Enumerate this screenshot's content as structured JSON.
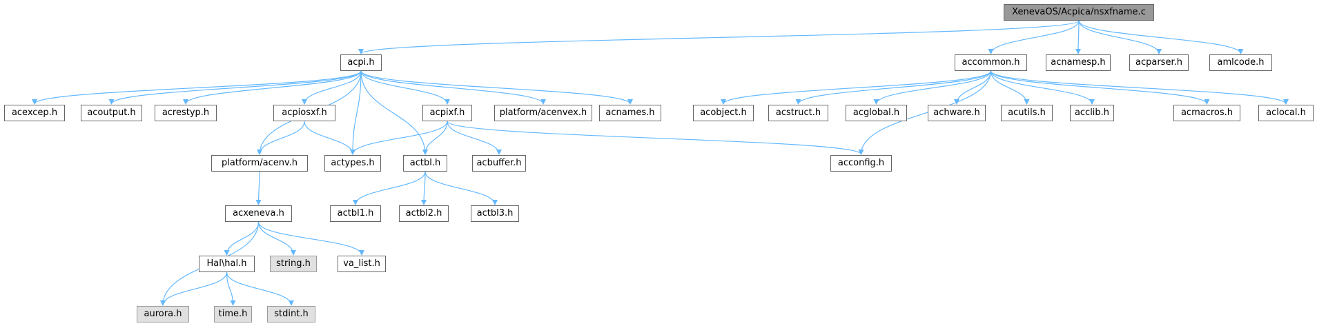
{
  "title": "",
  "colors": {
    "edge": "#63b8ff",
    "border": "#666666",
    "root_fill": "#999999",
    "external_fill": "#e0e0e0"
  },
  "nodes": [
    {
      "id": "root",
      "label": "XenevaOS/Acpica/nsxfname.c",
      "kind": "root"
    },
    {
      "id": "acpi",
      "label": "acpi.h",
      "kind": "file"
    },
    {
      "id": "accommon",
      "label": "accommon.h",
      "kind": "file"
    },
    {
      "id": "acnamesp",
      "label": "acnamesp.h",
      "kind": "file"
    },
    {
      "id": "acparser",
      "label": "acparser.h",
      "kind": "file"
    },
    {
      "id": "amlcode",
      "label": "amlcode.h",
      "kind": "file"
    },
    {
      "id": "acexcep",
      "label": "acexcep.h",
      "kind": "file"
    },
    {
      "id": "acoutput",
      "label": "acoutput.h",
      "kind": "file"
    },
    {
      "id": "acrestyp",
      "label": "acrestyp.h",
      "kind": "file"
    },
    {
      "id": "acpiosxf",
      "label": "acpiosxf.h",
      "kind": "file"
    },
    {
      "id": "acpixf",
      "label": "acpixf.h",
      "kind": "file"
    },
    {
      "id": "acenvex",
      "label": "platform/acenvex.h",
      "kind": "file"
    },
    {
      "id": "acnames",
      "label": "acnames.h",
      "kind": "file"
    },
    {
      "id": "acobject",
      "label": "acobject.h",
      "kind": "file"
    },
    {
      "id": "acstruct",
      "label": "acstruct.h",
      "kind": "file"
    },
    {
      "id": "acglobal",
      "label": "acglobal.h",
      "kind": "file"
    },
    {
      "id": "achware",
      "label": "achware.h",
      "kind": "file"
    },
    {
      "id": "acutils",
      "label": "acutils.h",
      "kind": "file"
    },
    {
      "id": "acclib",
      "label": "acclib.h",
      "kind": "file"
    },
    {
      "id": "acmacros",
      "label": "acmacros.h",
      "kind": "file"
    },
    {
      "id": "aclocal",
      "label": "aclocal.h",
      "kind": "file"
    },
    {
      "id": "acenv",
      "label": "platform/acenv.h",
      "kind": "file"
    },
    {
      "id": "actypes",
      "label": "actypes.h",
      "kind": "file"
    },
    {
      "id": "actbl",
      "label": "actbl.h",
      "kind": "file"
    },
    {
      "id": "acbuffer",
      "label": "acbuffer.h",
      "kind": "file"
    },
    {
      "id": "acconfig",
      "label": "acconfig.h",
      "kind": "file"
    },
    {
      "id": "acxeneva",
      "label": "acxeneva.h",
      "kind": "file"
    },
    {
      "id": "actbl1",
      "label": "actbl1.h",
      "kind": "file"
    },
    {
      "id": "actbl2",
      "label": "actbl2.h",
      "kind": "file"
    },
    {
      "id": "actbl3",
      "label": "actbl3.h",
      "kind": "file"
    },
    {
      "id": "halh",
      "label": "Hal\\hal.h",
      "kind": "file"
    },
    {
      "id": "string",
      "label": "string.h",
      "kind": "external"
    },
    {
      "id": "valist",
      "label": "va_list.h",
      "kind": "file"
    },
    {
      "id": "aurora",
      "label": "aurora.h",
      "kind": "external"
    },
    {
      "id": "time",
      "label": "time.h",
      "kind": "external"
    },
    {
      "id": "stdint",
      "label": "stdint.h",
      "kind": "external"
    }
  ],
  "edges": [
    [
      "root",
      "acpi"
    ],
    [
      "root",
      "accommon"
    ],
    [
      "root",
      "acnamesp"
    ],
    [
      "root",
      "acparser"
    ],
    [
      "root",
      "amlcode"
    ],
    [
      "acpi",
      "acexcep"
    ],
    [
      "acpi",
      "acoutput"
    ],
    [
      "acpi",
      "acrestyp"
    ],
    [
      "acpi",
      "acpiosxf"
    ],
    [
      "acpi",
      "acpixf"
    ],
    [
      "acpi",
      "acenvex"
    ],
    [
      "acpi",
      "acnames"
    ],
    [
      "acpi",
      "acenv"
    ],
    [
      "acpi",
      "actypes"
    ],
    [
      "acpi",
      "actbl"
    ],
    [
      "accommon",
      "acobject"
    ],
    [
      "accommon",
      "acstruct"
    ],
    [
      "accommon",
      "acglobal"
    ],
    [
      "accommon",
      "achware"
    ],
    [
      "accommon",
      "acutils"
    ],
    [
      "accommon",
      "acclib"
    ],
    [
      "accommon",
      "acmacros"
    ],
    [
      "accommon",
      "aclocal"
    ],
    [
      "accommon",
      "acconfig"
    ],
    [
      "acpiosxf",
      "acenv"
    ],
    [
      "acpiosxf",
      "actypes"
    ],
    [
      "acpixf",
      "actypes"
    ],
    [
      "acpixf",
      "actbl"
    ],
    [
      "acpixf",
      "acbuffer"
    ],
    [
      "acpixf",
      "acconfig"
    ],
    [
      "acenv",
      "acxeneva"
    ],
    [
      "actbl",
      "actbl1"
    ],
    [
      "actbl",
      "actbl2"
    ],
    [
      "actbl",
      "actbl3"
    ],
    [
      "acxeneva",
      "halh"
    ],
    [
      "acxeneva",
      "string"
    ],
    [
      "acxeneva",
      "valist"
    ],
    [
      "acxeneva",
      "aurora"
    ],
    [
      "halh",
      "aurora"
    ],
    [
      "halh",
      "time"
    ],
    [
      "halh",
      "stdint"
    ]
  ]
}
